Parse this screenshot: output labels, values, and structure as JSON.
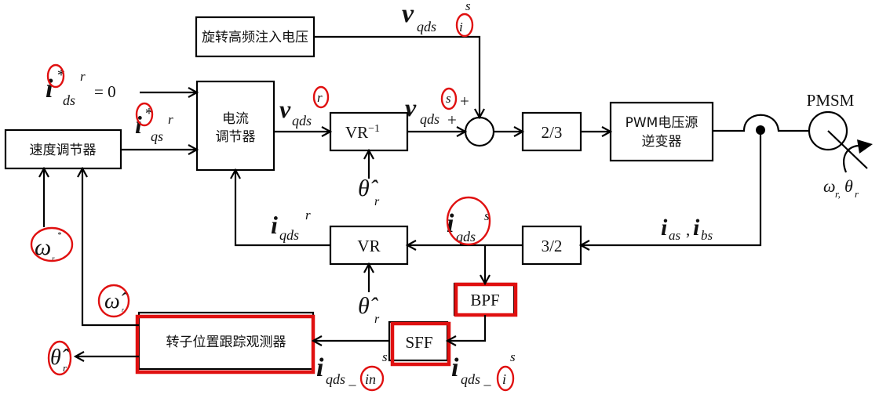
{
  "diagram": {
    "title": "Rotating high-frequency injection sensorless PMSM control block diagram",
    "accent_color": "#e01010",
    "blocks": {
      "hf_injection": "旋转高频注入电压",
      "speed_regulator": "速度调节器",
      "current_regulator_line1": "电流",
      "current_regulator_line2": "调节器",
      "vr_inverse": "VR",
      "vr_inverse_sup": "−1",
      "transform_23": "2/3",
      "pwm_line1": "PWM电压源",
      "pwm_line2": "逆变器",
      "motor": "PMSM",
      "vr": "VR",
      "transform_32": "3/2",
      "bpf": "BPF",
      "sff": "SFF",
      "observer": "转子位置跟踪观测器"
    },
    "signals": {
      "ids_ref": {
        "base": "i",
        "sup": "*",
        "sub": "ds",
        "sup2": "r",
        "suffix": "= 0"
      },
      "iqs_ref": {
        "base": "i",
        "sup": "*",
        "sub": "qs",
        "sup2": "r"
      },
      "vqds_r": {
        "base": "v",
        "sub": "qds",
        "sup": "r"
      },
      "vqds_s": {
        "base": "v",
        "sub": "qds",
        "sup": "s"
      },
      "vqds_i": {
        "base": "v",
        "sub": "qds",
        "sup": "s",
        "sub2": "i"
      },
      "plus1": "+",
      "plus2": "+",
      "theta_hat_1": {
        "base": "θ̂",
        "sub": "r"
      },
      "theta_hat_2": {
        "base": "θ̂",
        "sub": "r"
      },
      "theta_hat_out": {
        "base": "θ̂",
        "sub": "r"
      },
      "iqds_r": {
        "base": "i",
        "sub": "qds",
        "sup": "r"
      },
      "iqds_s": {
        "base": "i",
        "sub": "qds",
        "sup": "s"
      },
      "iabs": {
        "a": "i",
        "a_sub": "as",
        "sep": ",",
        "b": "i",
        "b_sub": "bs"
      },
      "omega_ref": {
        "base": "ω",
        "sub": "r",
        "sup": "*"
      },
      "omega_hat": {
        "base": "ω̂",
        "sub": "r"
      },
      "motor_out": {
        "w": "ω",
        "w_sub": "r,",
        "t": "θ",
        "t_sub": "r"
      },
      "iqds_in": {
        "base": "i",
        "sub": "qds _",
        "sub2": "in",
        "sup": "s"
      },
      "iqds_i": {
        "base": "i",
        "sub": "qds _",
        "sub2": "i",
        "sup": "s"
      }
    }
  }
}
